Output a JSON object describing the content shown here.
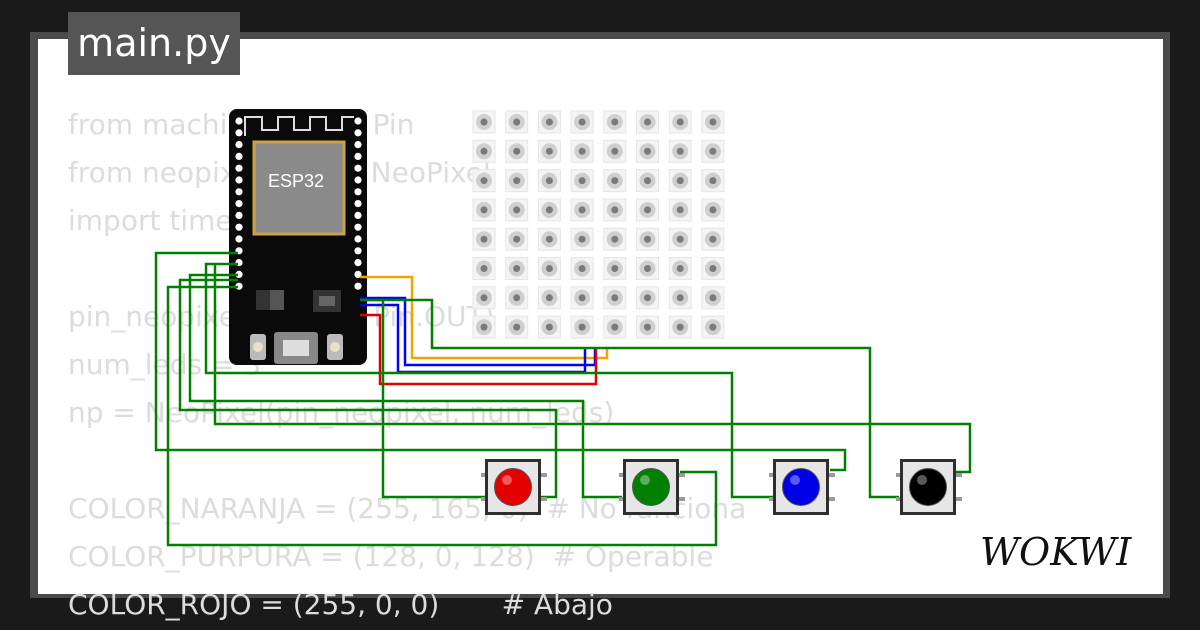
{
  "file_tab": {
    "label": "main.py"
  },
  "code_lines": [
    "from machine import Pin",
    "from neopixel import NeoPixel",
    "import time",
    "",
    "pin_neopixel = Pin(4, Pin.OUT)",
    "num_leds = 3",
    "np = NeoPixel(pin_neopixel, num_leds)",
    "",
    "COLOR_NARANJA = (255, 165, 0)  # No funciona",
    "COLOR_PURPURA = (128, 0, 128)  # Operable",
    "COLOR_ROJO = (255, 0, 0)       # Abajo"
  ],
  "board": {
    "label": "ESP32"
  },
  "logo": {
    "text": "WOKWI"
  },
  "buttons": [
    {
      "name": "red",
      "color": "#e50000"
    },
    {
      "name": "green",
      "color": "#008000"
    },
    {
      "name": "blue",
      "color": "#0000e6"
    },
    {
      "name": "black",
      "color": "#000000"
    }
  ],
  "wire_colors": {
    "orange": "#f5a300",
    "blue": "#0000ff",
    "red": "#e00000",
    "green": "#008000"
  }
}
